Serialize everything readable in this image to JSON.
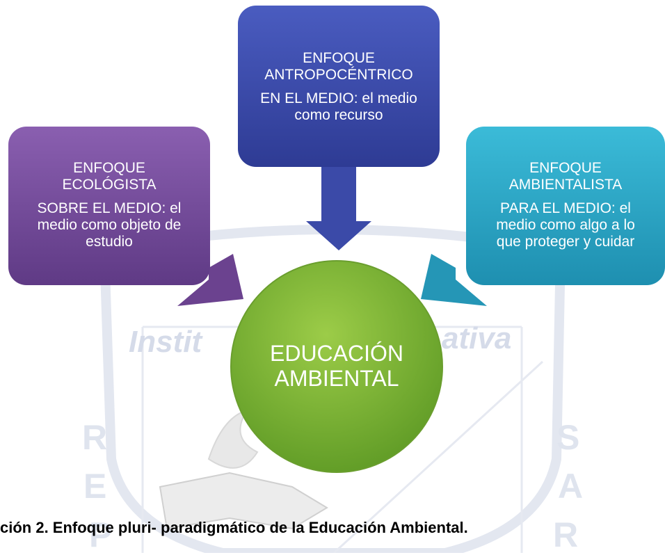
{
  "diagram": {
    "left_box": {
      "title_line1": "ENFOQUE",
      "title_line2": "ECOLÓGISTA",
      "desc_line1": "SOBRE EL MEDIO: el",
      "desc_line2": "medio como objeto de",
      "desc_line3": "estudio",
      "color": "#7a4f9f"
    },
    "top_box": {
      "title_line1": "ENFOQUE",
      "title_line2": "ANTROPOCÉNTRICO",
      "desc_line1": "EN EL MEDIO: el medio",
      "desc_line2": "como recurso",
      "color": "#3f4fae"
    },
    "right_box": {
      "title_line1": "ENFOQUE",
      "title_line2": "AMBIENTALISTA",
      "desc_line1": "PARA EL MEDIO: el",
      "desc_line2": "medio como algo a lo",
      "desc_line3": "que proteger y cuidar",
      "color": "#2aaac8"
    },
    "center": {
      "line1": "EDUCACIÓN",
      "line2": "AMBIENTAL",
      "color": "#8fbf3f"
    }
  },
  "watermark": {
    "left_word": "Instit",
    "right_word": "ativa",
    "left_letters": [
      "R",
      "E",
      "P"
    ],
    "right_letters": [
      "S",
      "A",
      "R"
    ]
  },
  "caption": "ción 2. Enfoque pluri- paradigmático de la Educación Ambiental."
}
